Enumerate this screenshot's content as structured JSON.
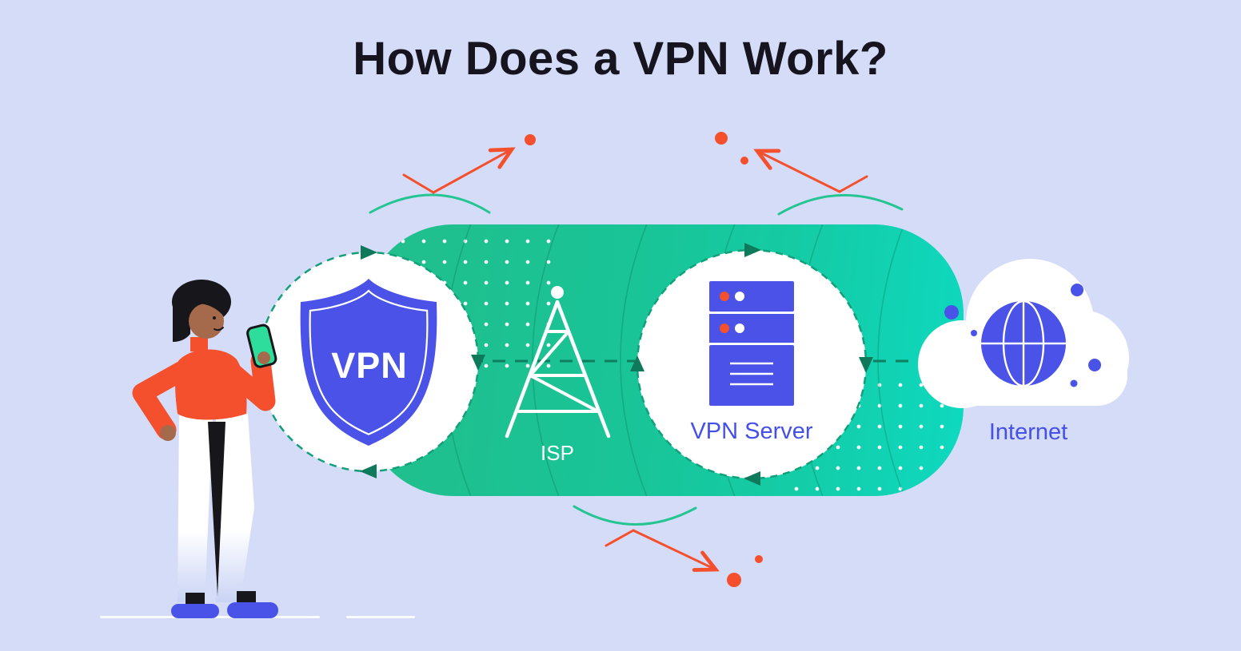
{
  "title": "How Does a VPN Work?",
  "nodes": {
    "shield": {
      "label": "VPN",
      "icon": "vpn-shield-icon"
    },
    "isp": {
      "label": "ISP",
      "icon": "isp-tower-icon"
    },
    "server": {
      "label": "VPN Server",
      "icon": "vpn-server-icon"
    },
    "internet": {
      "label": "Internet",
      "icon": "internet-cloud-icon"
    }
  },
  "figure": {
    "person": "person-with-smartphone",
    "device_icon": "smartphone-icon"
  },
  "decorations": {
    "threat_arrows": "red arrows with dots deflected off green arcs (top-left, top-right, bottom-center)",
    "data_path": "dashed green line through tunnel with rotating circle arrows"
  },
  "colors": {
    "background": "#D5DCF8",
    "tunnel_start": "#21BE8B",
    "tunnel_end": "#0ED9C0",
    "primary_blue": "#4A52E8",
    "label_blue": "#4450E8",
    "threat_red": "#F4502E",
    "path_dash_green": "#0F7E5F",
    "ring_dash_green": "#12A07A",
    "deflect_arc_green": "#25C493",
    "title_text": "#15141F"
  }
}
